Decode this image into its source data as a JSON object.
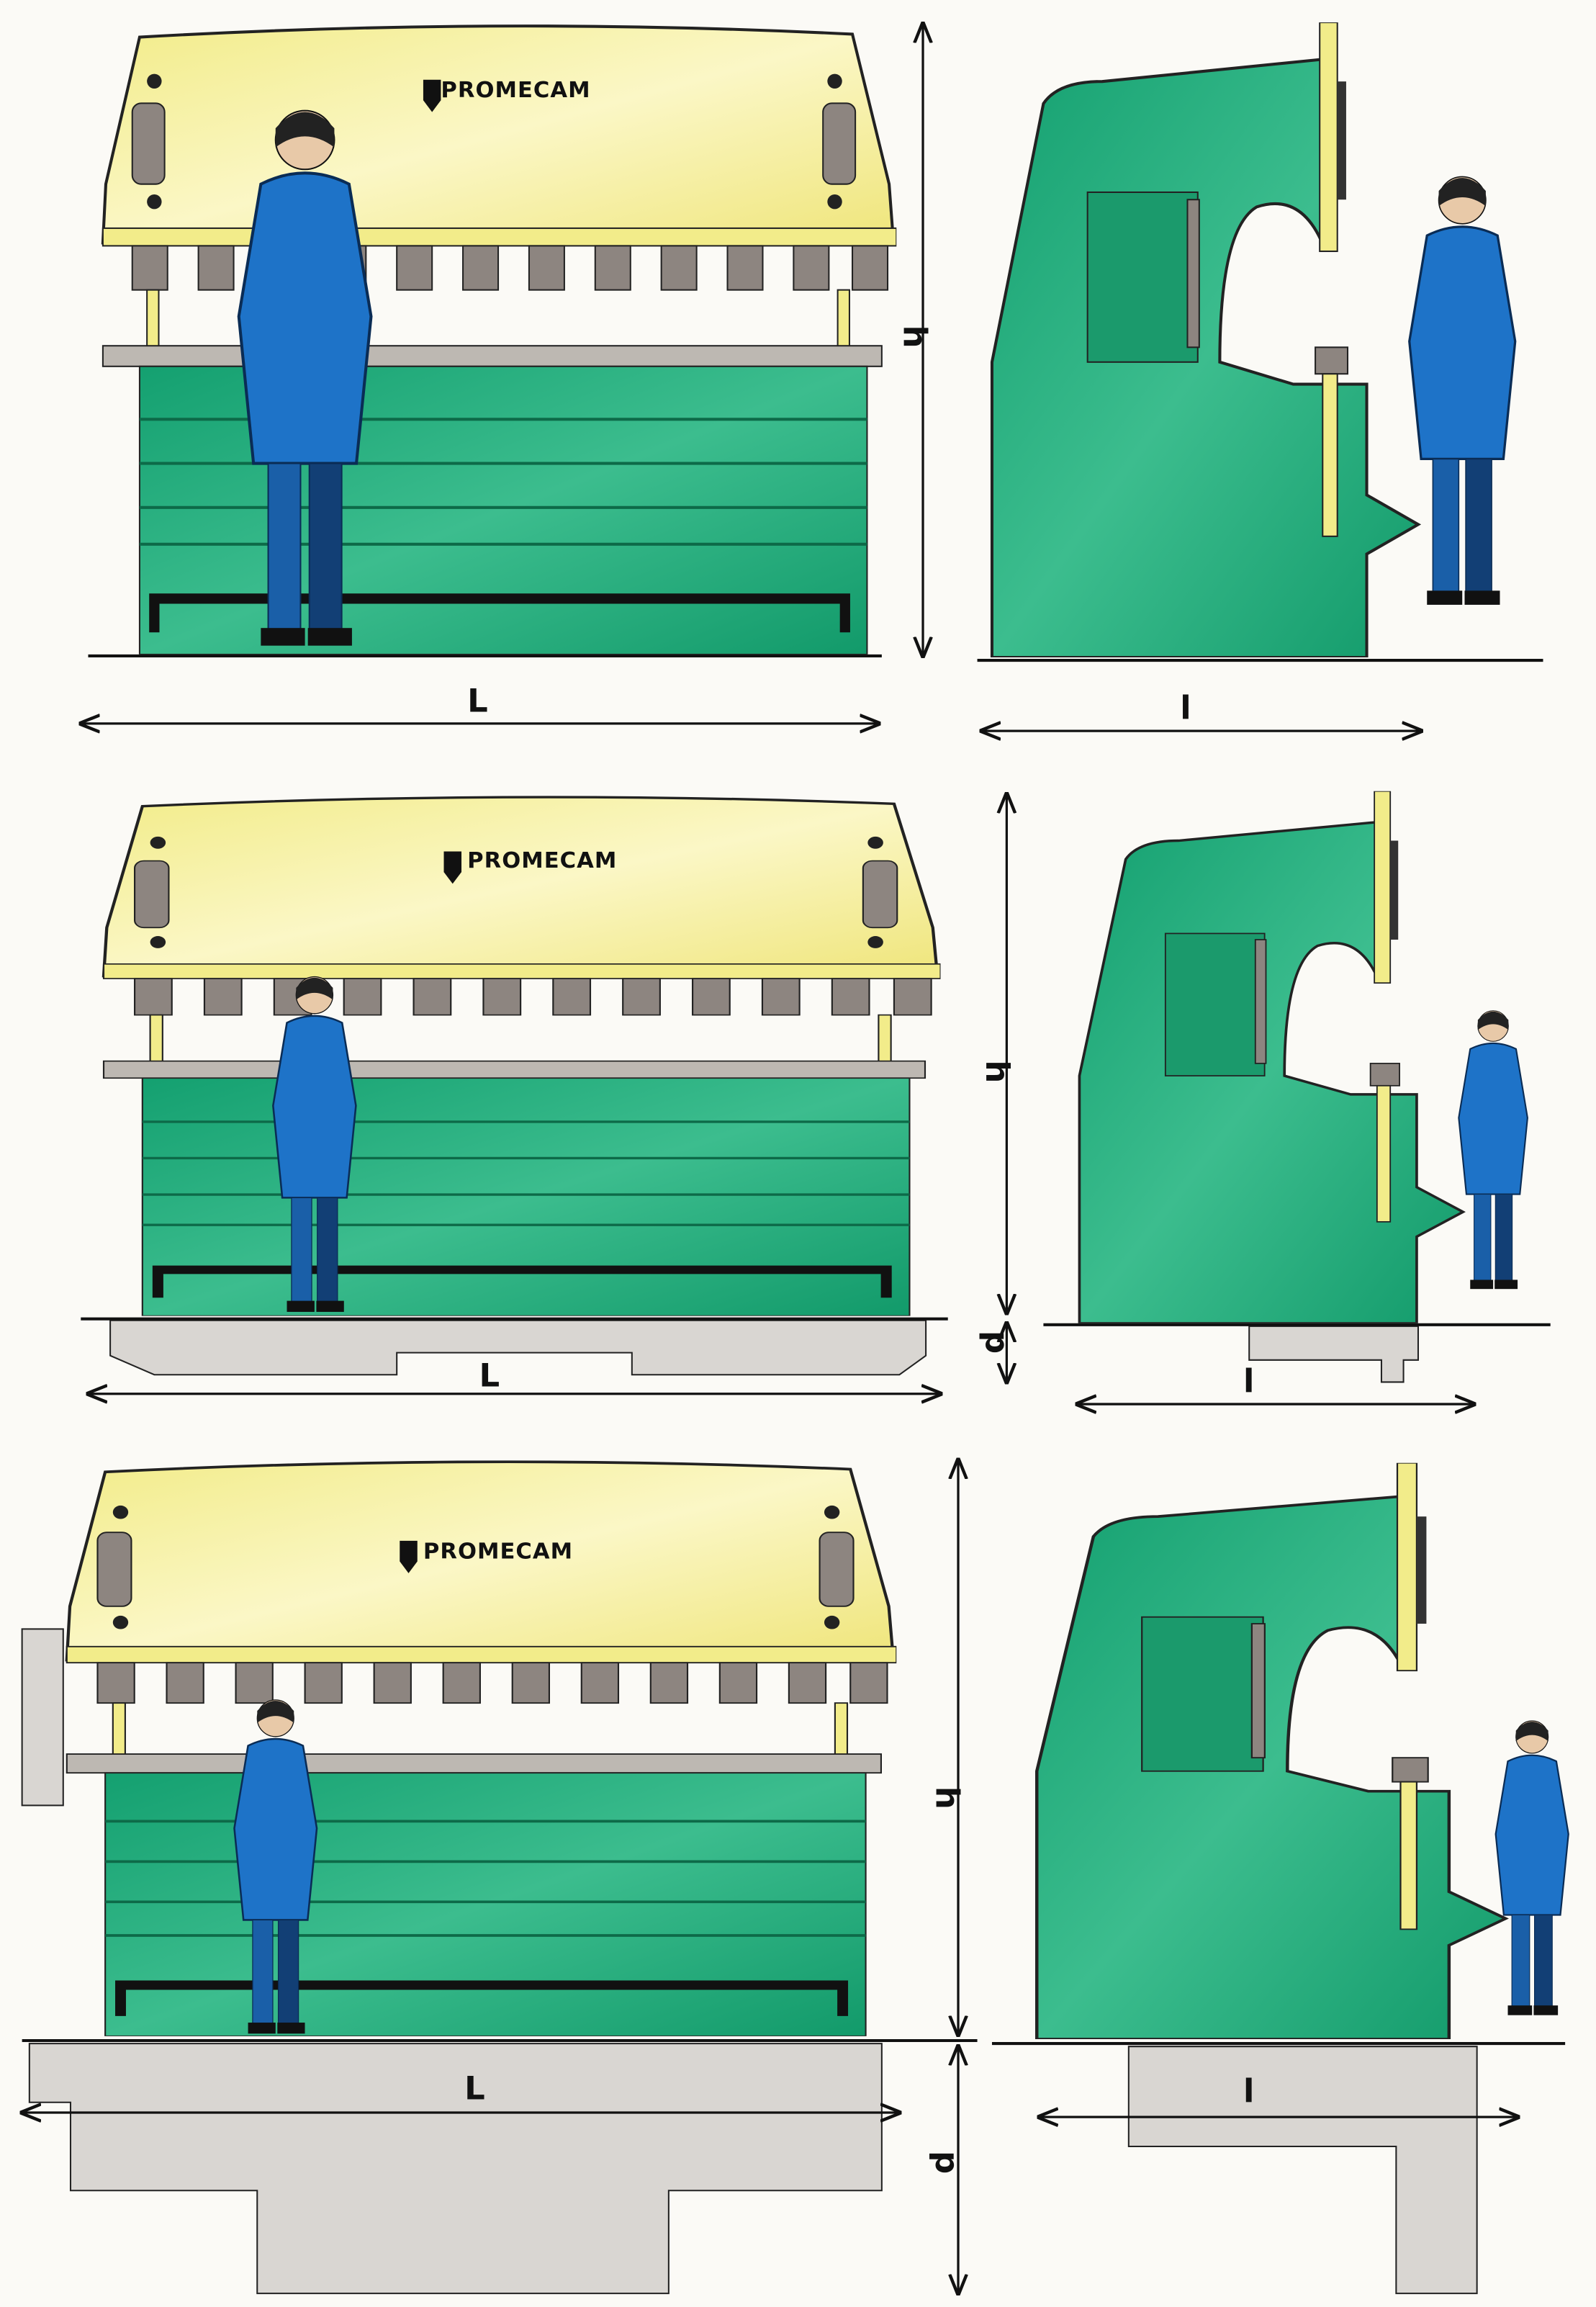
{
  "brand": {
    "logo_text": "PROMECAM"
  },
  "dimension_labels": {
    "length": "L",
    "depth": "l",
    "height": "h",
    "pit": "p"
  },
  "colors": {
    "upper_beam": "#f4ee9a",
    "body": "#1fa878",
    "operator": "#1e73c8",
    "foundation": "#d9d6d2",
    "tooling": "#8d8580"
  },
  "rows": [
    {
      "variant": "floor-mounted"
    },
    {
      "variant": "shallow-foundation"
    },
    {
      "variant": "deep-foundation"
    }
  ]
}
